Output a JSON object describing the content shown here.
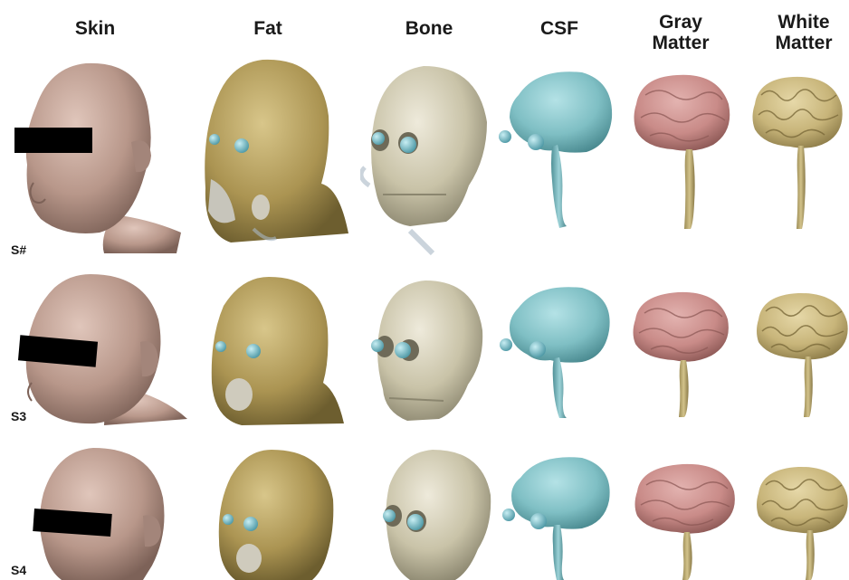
{
  "columns": [
    {
      "key": "skin",
      "label": "Skin"
    },
    {
      "key": "fat",
      "label": "Fat"
    },
    {
      "key": "bone",
      "label": "Bone"
    },
    {
      "key": "csf",
      "label": "CSF"
    },
    {
      "key": "gray",
      "label": "Gray\nMatter"
    },
    {
      "key": "white",
      "label": "White\nMatter"
    }
  ],
  "rows": [
    {
      "label": "S#"
    },
    {
      "label": "S3"
    },
    {
      "label": "S4"
    }
  ],
  "colors": {
    "skin": "#b8978a",
    "fat": "#b09a5a",
    "bone": "#c9c3a8",
    "csf": "#7fbfc4",
    "gray": "#c98b88",
    "white": "#c8b57a",
    "eye": "#7dbac6",
    "censor": "#000000"
  }
}
